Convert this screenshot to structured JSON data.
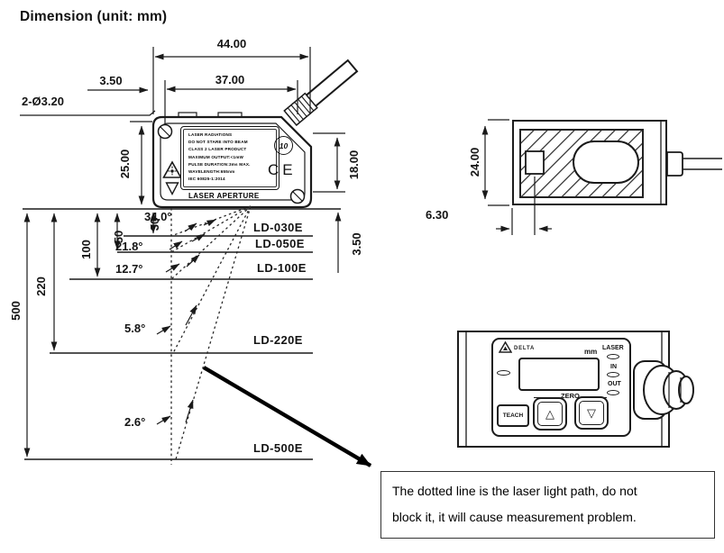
{
  "title": "Dimension (unit: mm)",
  "side_view": {
    "dim_width": "44.00",
    "dim_hole_span": "37.00",
    "dim_edge_offset": "3.50",
    "dim_holes": "2-Ø3.20",
    "dim_height": "25.00",
    "dim_right_height": "18.00",
    "dim_aperture_offset": "3.50",
    "angles": [
      "34.0°",
      "21.8°",
      "12.7°",
      "5.8°",
      "2.6°"
    ],
    "distances": [
      "30",
      "50",
      "100",
      "220",
      "500"
    ],
    "models": [
      "LD-030E",
      "LD-050E",
      "LD-100E",
      "LD-220E",
      "LD-500E"
    ],
    "warning_label": {
      "lines": [
        "LASER RADIATIONS",
        "DO NOT STARE INTO BEAM",
        "CLASS 2 LASER PRODUCT",
        "MAXIMUM OUTPUT:<1mW",
        "PULSE DURATION:3ms MAX.",
        "WAVELENGTH:655nm",
        "IEC 60825-1:2014"
      ]
    },
    "aperture_text": "LASER APERTURE",
    "rohs_mark": "10",
    "ce_mark": "CE"
  },
  "front_view": {
    "dim_height": "24.00",
    "dim_window_offset": "6.30"
  },
  "panel": {
    "brand": "DELTA",
    "unit_label": "mm",
    "indicator_laser": "LASER",
    "indicator_in": "IN",
    "indicator_out": "OUT",
    "zero_label": "ZERO",
    "teach_label": "TEACH",
    "up_glyph": "△",
    "down_glyph": "▽"
  },
  "note": {
    "line1": "The dotted line is the laser light path, do not",
    "line2": "block it, it will cause measurement problem."
  },
  "colors": {
    "line": "#1a1a1a",
    "background": "#ffffff"
  }
}
